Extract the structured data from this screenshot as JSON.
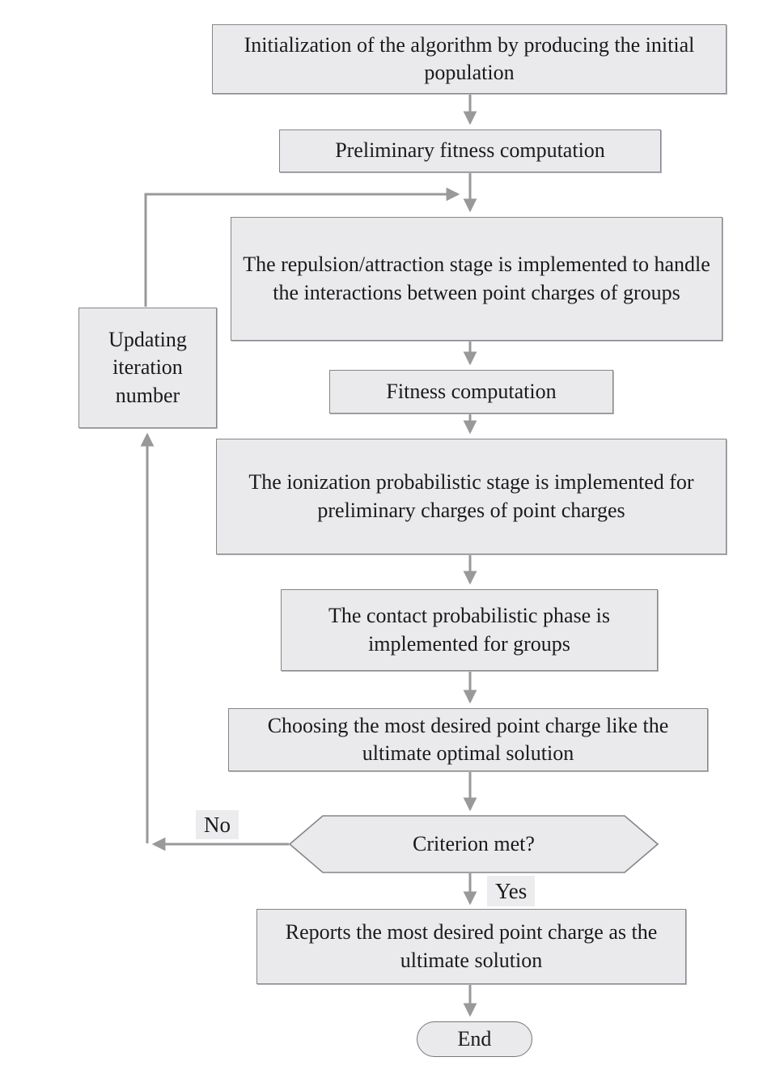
{
  "flowchart": {
    "nodes": {
      "init": {
        "label": "Initialization of the algorithm by producing the initial population",
        "shape": "rect"
      },
      "prelimFitness": {
        "label": "Preliminary fitness computation",
        "shape": "rect"
      },
      "repulsion": {
        "label": "The repulsion/attraction stage is implemented to handle the interactions between point charges of groups",
        "shape": "rect"
      },
      "fitness": {
        "label": "Fitness computation",
        "shape": "rect"
      },
      "ionization": {
        "label": "The ionization probabilistic stage is implemented for preliminary charges of point charges",
        "shape": "rect"
      },
      "contact": {
        "label": "The contact probabilistic phase is implemented for groups",
        "shape": "rect"
      },
      "choosing": {
        "label": "Choosing the most desired point charge like the ultimate optimal solution",
        "shape": "rect"
      },
      "criterion": {
        "label": "Criterion met?",
        "shape": "hexagon"
      },
      "updating": {
        "label": "Updating iteration number",
        "shape": "rect"
      },
      "reports": {
        "label": "Reports the most desired point charge as the ultimate solution",
        "shape": "rect"
      },
      "end": {
        "label": "End",
        "shape": "terminator"
      }
    },
    "edge_labels": {
      "no": "No",
      "yes": "Yes"
    },
    "colors": {
      "node_fill": "#eaeaec",
      "node_border": "#858589",
      "connector": "#999999",
      "text": "#1a1a1a",
      "edge_label_bg": "#ececee",
      "background": "#ffffff"
    }
  }
}
